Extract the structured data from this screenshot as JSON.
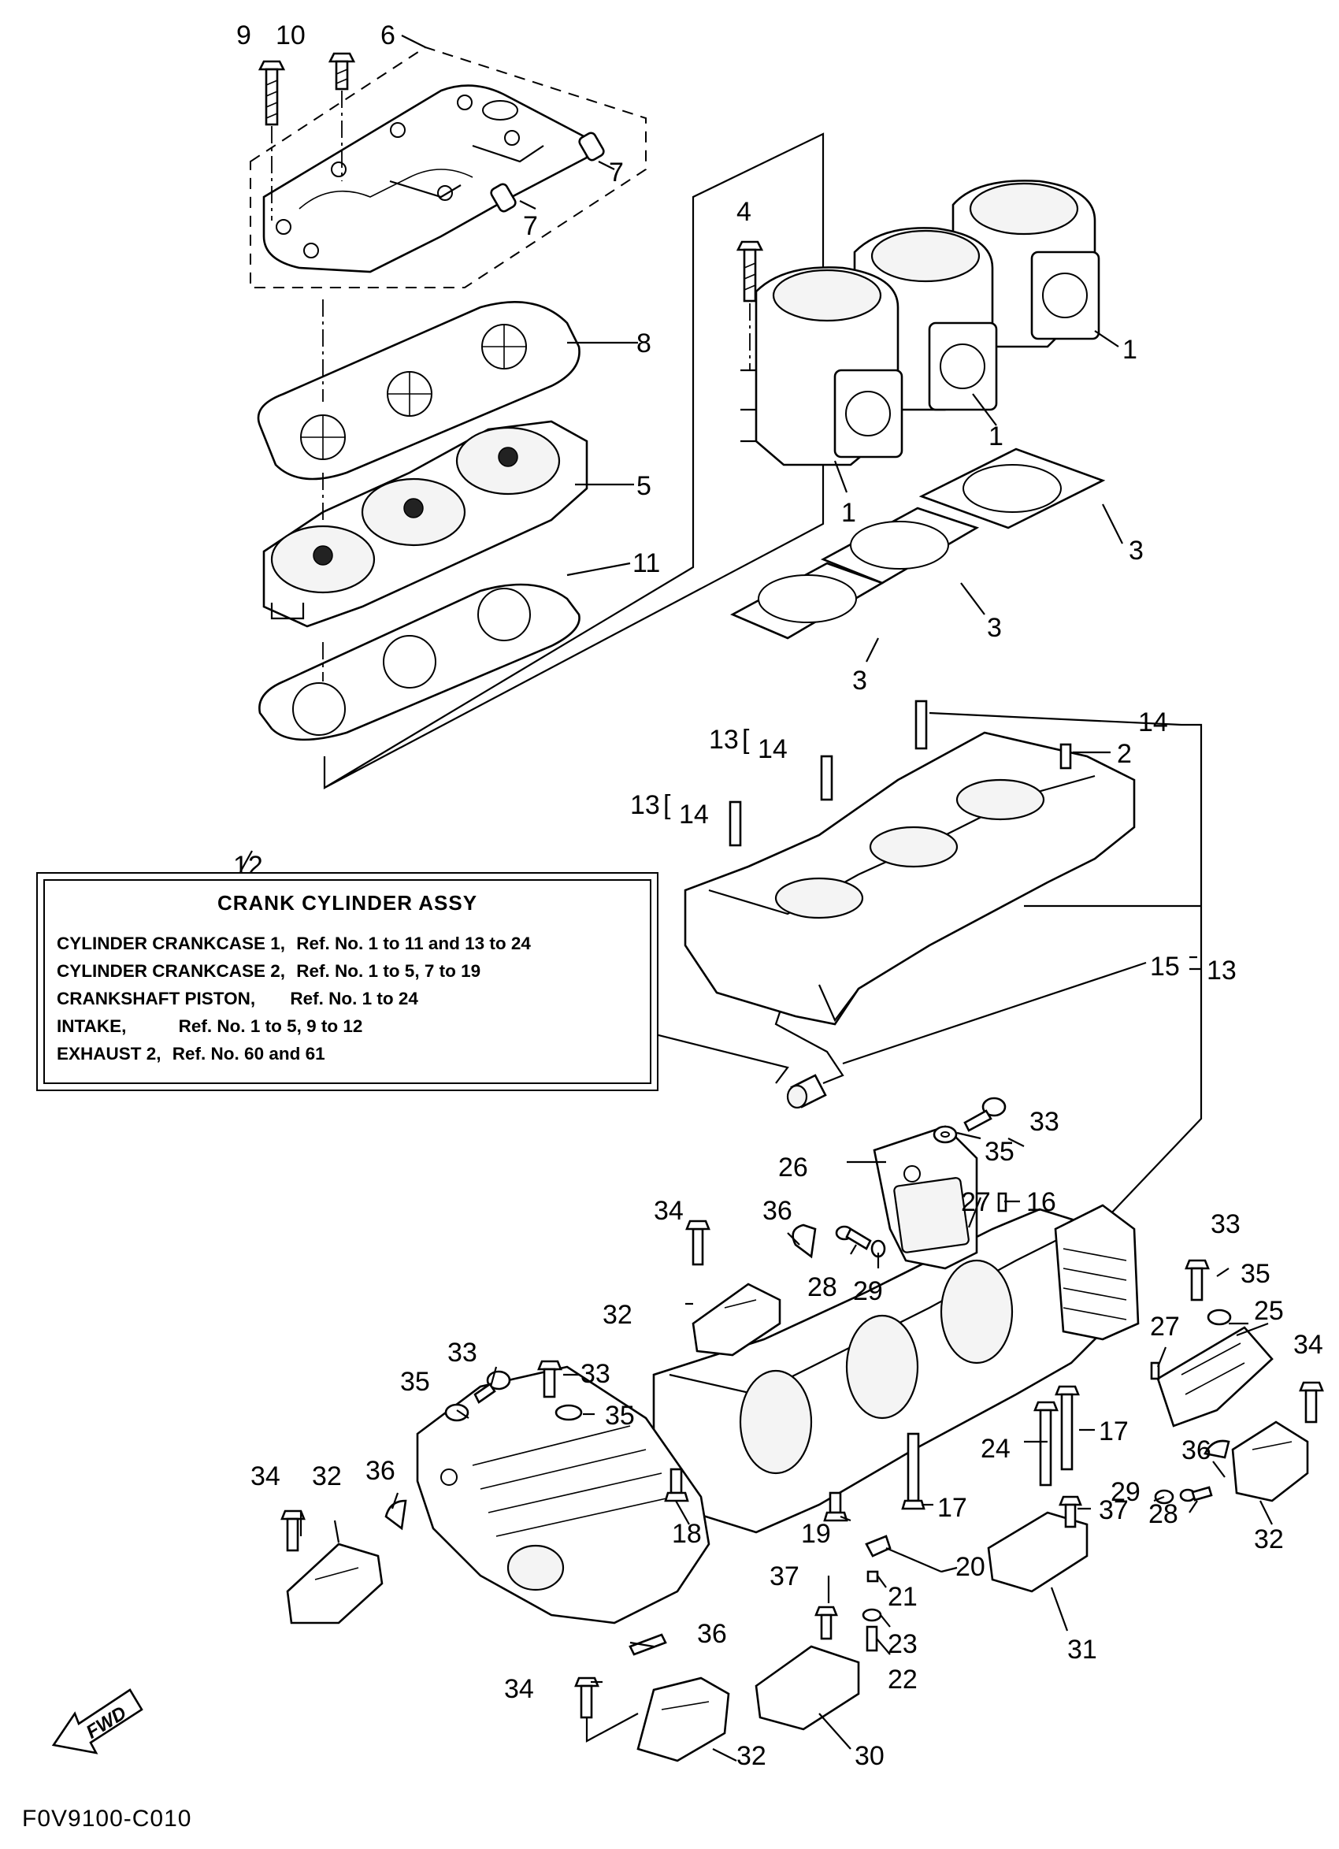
{
  "callouts": {
    "c9": "9",
    "c10": "10",
    "c6": "6",
    "c7a": "7",
    "c7b": "7",
    "c8": "8",
    "c5": "5",
    "c11": "11",
    "c4": "4",
    "c1a": "1",
    "c1b": "1",
    "c1c": "1",
    "c3a": "3",
    "c3b": "3",
    "c3c": "3",
    "c14a": "14",
    "c2": "2",
    "c13a": "13",
    "c14b": "14",
    "c13b": "13",
    "c14c": "14",
    "c13c": "13",
    "c15": "15",
    "c12": "12",
    "c33a": "33",
    "c35a": "35",
    "c26": "26",
    "c27a": "27",
    "c16": "16",
    "c34a": "34",
    "c36a": "36",
    "c28a": "28",
    "c29a": "29",
    "c32a": "32",
    "c33b": "33",
    "c35b": "35",
    "c25": "25",
    "c34b": "34",
    "c27b": "27",
    "c17a": "17",
    "c24": "24",
    "c36b": "36",
    "c29b": "29",
    "c28b": "28",
    "c32b": "32",
    "c33c": "33",
    "c33d": "33",
    "c35c": "35",
    "c35d": "35",
    "c34c": "34",
    "c32c": "32",
    "c36c": "36",
    "c18": "18",
    "c19": "19",
    "c17b": "17",
    "c37a": "37",
    "c20": "20",
    "c21": "21",
    "c37b": "37",
    "c23": "23",
    "c22": "22",
    "c31": "31",
    "c36d": "36",
    "c34d": "34",
    "c32d": "32",
    "c30": "30"
  },
  "assembly": {
    "title": "CRANK  CYLINDER ASSY",
    "lines": [
      {
        "name": "CYLINDER CRANKCASE 1,",
        "ref": "Ref. No. 1 to 11 and  13 to 24"
      },
      {
        "name": "CYLINDER CRANKCASE 2,",
        "ref": "Ref. No. 1 to 5, 7 to 19"
      },
      {
        "name": "CRANKSHAFT PISTON,",
        "ref": "Ref. No. 1 to 24"
      },
      {
        "name": "INTAKE,",
        "ref": "Ref. No. 1 to 5, 9 to 12"
      },
      {
        "name": "EXHAUST 2,",
        "ref": "Ref. No. 60 and 61"
      }
    ]
  },
  "fwd_label": "FWD",
  "figure_code": "F0V9100-C010"
}
